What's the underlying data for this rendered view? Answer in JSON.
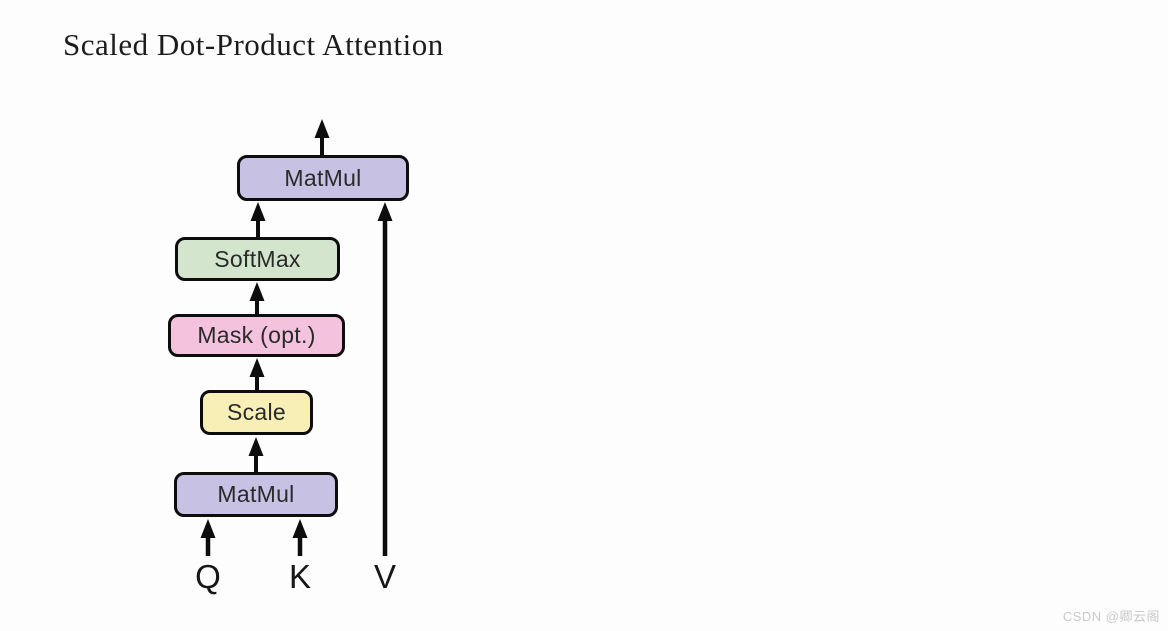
{
  "title": "Scaled Dot-Product Attention",
  "diagram": {
    "boxes": [
      {
        "id": "matmul-top",
        "label": "MatMul",
        "color": "#c7c1e3"
      },
      {
        "id": "softmax",
        "label": "SoftMax",
        "color": "#d3e5cd"
      },
      {
        "id": "mask",
        "label": "Mask (opt.)",
        "color": "#f3c2dc"
      },
      {
        "id": "scale",
        "label": "Scale",
        "color": "#f8efb6"
      },
      {
        "id": "matmul-bottom",
        "label": "MatMul",
        "color": "#c7c1e3"
      }
    ],
    "inputs": [
      {
        "id": "q",
        "label": "Q"
      },
      {
        "id": "k",
        "label": "K"
      },
      {
        "id": "v",
        "label": "V"
      }
    ],
    "arrow_color": "#0d0d0d"
  },
  "watermark": "CSDN @卿云阁"
}
